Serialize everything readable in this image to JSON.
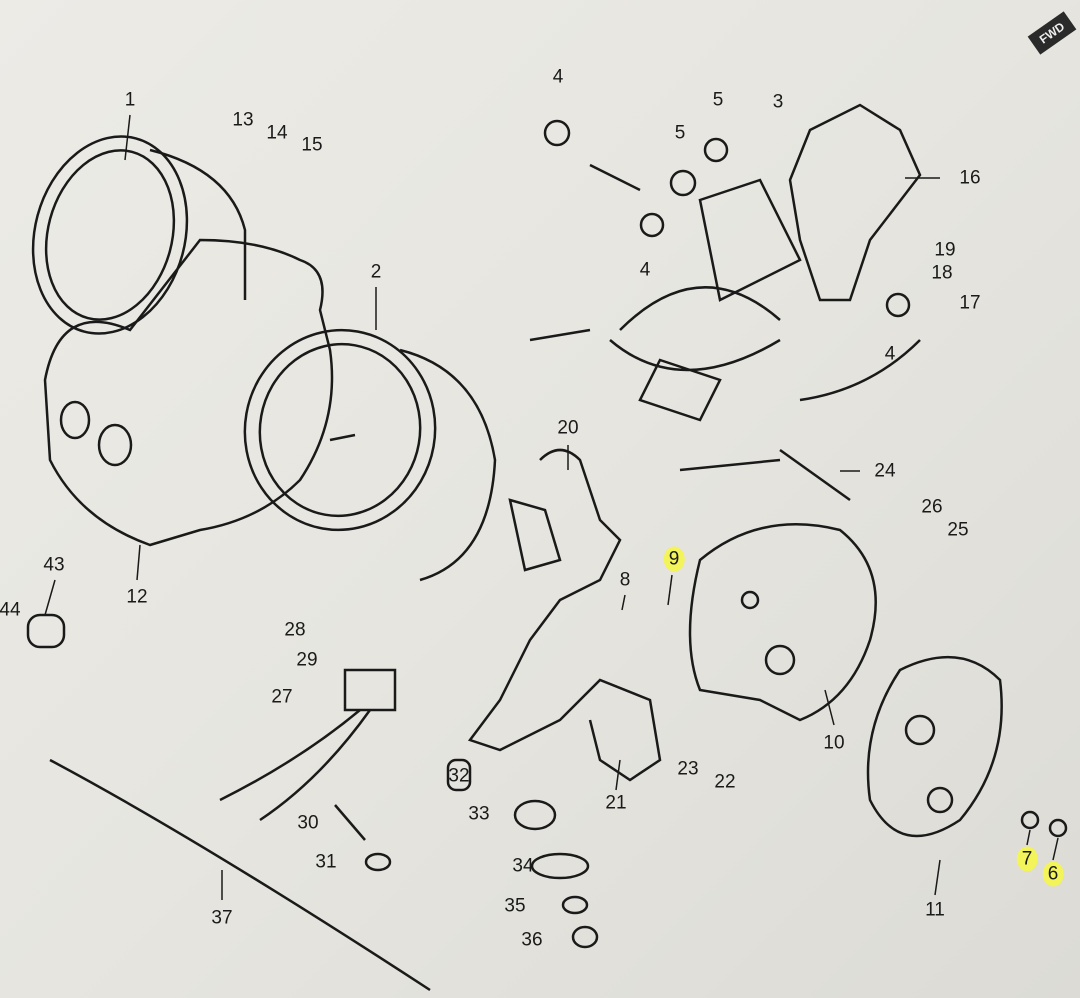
{
  "direction_badge": "FWD",
  "callouts": [
    {
      "id": "c1",
      "text": "1",
      "highlighted": false
    },
    {
      "id": "c13",
      "text": "13",
      "highlighted": false
    },
    {
      "id": "c14",
      "text": "14",
      "highlighted": false
    },
    {
      "id": "c15",
      "text": "15",
      "highlighted": false
    },
    {
      "id": "c2",
      "text": "2",
      "highlighted": false
    },
    {
      "id": "c4a",
      "text": "4",
      "highlighted": false
    },
    {
      "id": "c5a",
      "text": "5",
      "highlighted": false
    },
    {
      "id": "c3",
      "text": "3",
      "highlighted": false
    },
    {
      "id": "c5b",
      "text": "5",
      "highlighted": false
    },
    {
      "id": "c16",
      "text": "16",
      "highlighted": false
    },
    {
      "id": "c4b",
      "text": "4",
      "highlighted": false
    },
    {
      "id": "c19",
      "text": "19",
      "highlighted": false
    },
    {
      "id": "c18",
      "text": "18",
      "highlighted": false
    },
    {
      "id": "c17",
      "text": "17",
      "highlighted": false
    },
    {
      "id": "c4c",
      "text": "4",
      "highlighted": false
    },
    {
      "id": "c20",
      "text": "20",
      "highlighted": false
    },
    {
      "id": "c24",
      "text": "24",
      "highlighted": false
    },
    {
      "id": "c26",
      "text": "26",
      "highlighted": false
    },
    {
      "id": "c25",
      "text": "25",
      "highlighted": false
    },
    {
      "id": "c9",
      "text": "9",
      "highlighted": true
    },
    {
      "id": "c8",
      "text": "8",
      "highlighted": false
    },
    {
      "id": "c12",
      "text": "12",
      "highlighted": false
    },
    {
      "id": "c43",
      "text": "43",
      "highlighted": false
    },
    {
      "id": "c44",
      "text": "44",
      "highlighted": false
    },
    {
      "id": "c28",
      "text": "28",
      "highlighted": false
    },
    {
      "id": "c29",
      "text": "29",
      "highlighted": false
    },
    {
      "id": "c27",
      "text": "27",
      "highlighted": false
    },
    {
      "id": "c10",
      "text": "10",
      "highlighted": false
    },
    {
      "id": "c23",
      "text": "23",
      "highlighted": false
    },
    {
      "id": "c22",
      "text": "22",
      "highlighted": false
    },
    {
      "id": "c32",
      "text": "32",
      "highlighted": false
    },
    {
      "id": "c33",
      "text": "33",
      "highlighted": false
    },
    {
      "id": "c21",
      "text": "21",
      "highlighted": false
    },
    {
      "id": "c30",
      "text": "30",
      "highlighted": false
    },
    {
      "id": "c31",
      "text": "31",
      "highlighted": false
    },
    {
      "id": "c34",
      "text": "34",
      "highlighted": false
    },
    {
      "id": "c37",
      "text": "37",
      "highlighted": false
    },
    {
      "id": "c35",
      "text": "35",
      "highlighted": false
    },
    {
      "id": "c36",
      "text": "36",
      "highlighted": false
    },
    {
      "id": "c11",
      "text": "11",
      "highlighted": false
    },
    {
      "id": "c7",
      "text": "7",
      "highlighted": true
    },
    {
      "id": "c6",
      "text": "6",
      "highlighted": true
    }
  ],
  "colors": {
    "paper": "#e8e7e1",
    "ink": "#1a1a1a",
    "highlight": "#f3f35a"
  }
}
